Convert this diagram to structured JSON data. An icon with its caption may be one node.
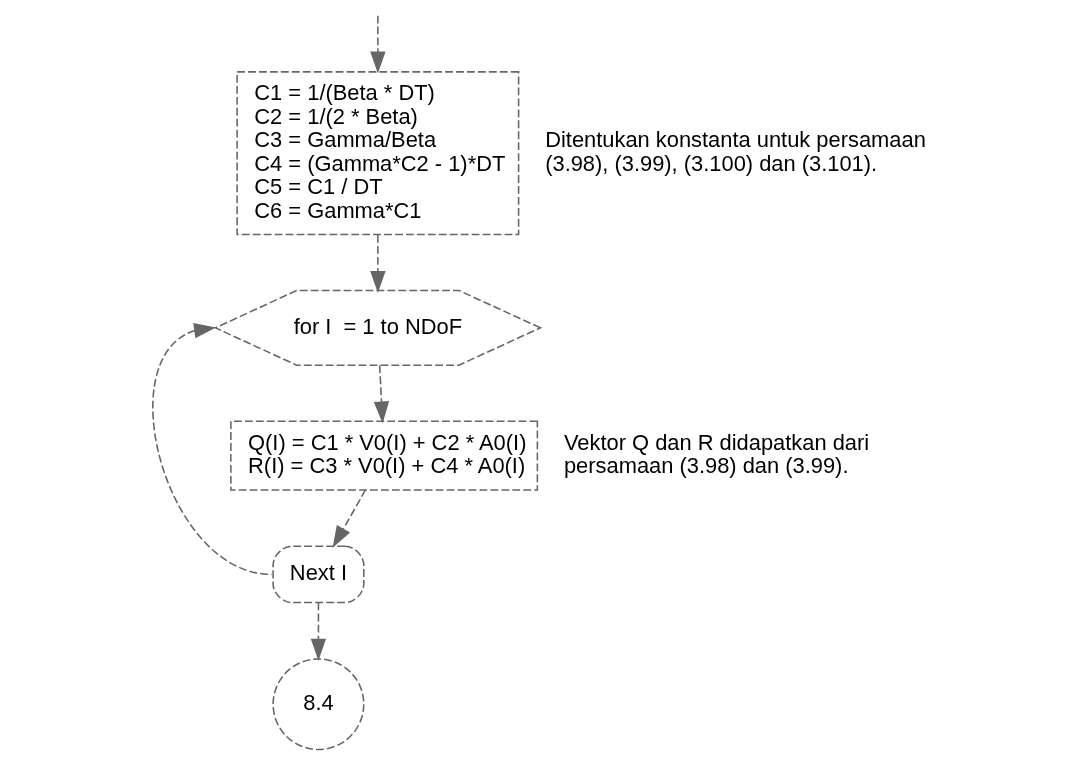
{
  "diagram": {
    "nodes": [
      {
        "text": [
          "C1 = 1/(Beta * DT)",
          "C2 = 1/(2 * Beta)",
          "C3 = Gamma/Beta",
          "C4 = (Gamma*C2 - 1)*DT",
          "C5 = C1 / DT",
          "C6 = Gamma*C1"
        ],
        "beside": [
          "Ditentukan konstanta untuk persamaan (3.98), (3.99), (3.100) dan (3.101)."
        ]
      },
      {
        "text": [
          "for I  = 1 to NDoF"
        ]
      },
      {
        "text": [
          "Q(I) = C1 * V0(I) + C2 * A0(I)",
          "R(I) = C3 * V0(I) + C4 * A0(I)"
        ],
        "beside": [
          "Vektor Q dan R didapatkan dari persamaan (3.98) dan (3.99)."
        ]
      },
      {
        "text": [
          "Next I"
        ]
      },
      {
        "text": [
          "8.4"
        ]
      }
    ],
    "edges": [
      {
        "from": null,
        "to": 0,
        "arrow": "to"
      },
      {
        "from": 0,
        "to": 1,
        "arrow": "to"
      },
      {
        "from": 1,
        "to": 2,
        "arrow": "to"
      },
      {
        "from": 2,
        "to": 3,
        "arrow": "to"
      },
      {
        "from": 3,
        "to": 1,
        "arrow": "to"
      },
      {
        "from": 3,
        "to": 4,
        "arrow": "to"
      }
    ]
  }
}
